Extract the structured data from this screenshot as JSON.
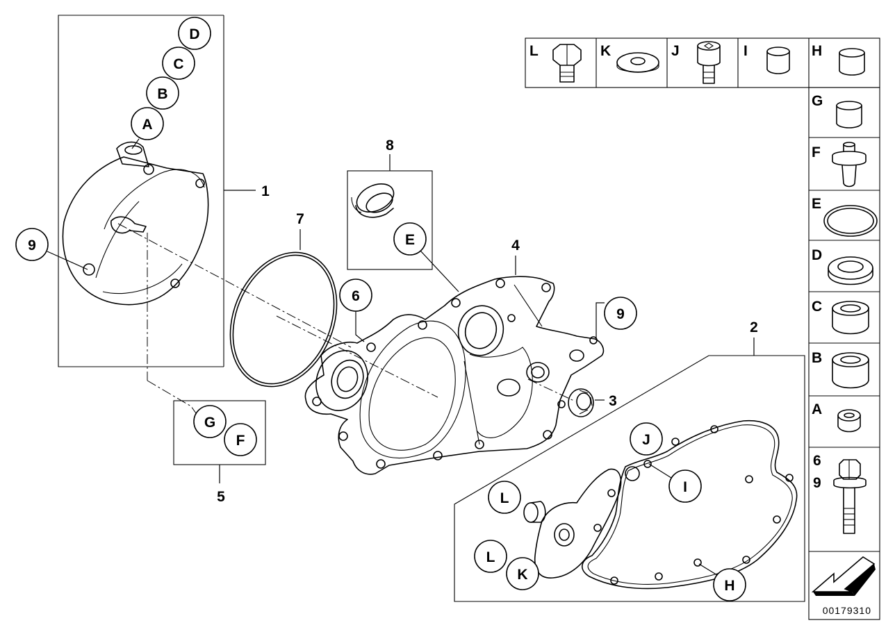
{
  "callout_numbers": {
    "n1": "1",
    "n2": "2",
    "n3": "3",
    "n4": "4",
    "n5": "5",
    "n6": "6",
    "n7": "7",
    "n8": "8",
    "n9_left": "9",
    "n9_right": "9"
  },
  "bubble_letters": {
    "A": "A",
    "B": "B",
    "C": "C",
    "D": "D",
    "E": "E",
    "F": "F",
    "G": "G",
    "H": "H",
    "I": "I",
    "J": "J",
    "K": "K",
    "L_top": "L",
    "L_bottom": "L"
  },
  "legend": {
    "top_row": [
      "L",
      "K",
      "J",
      "I",
      "H"
    ],
    "right_column": [
      "G",
      "F",
      "E",
      "D",
      "C",
      "B",
      "A"
    ],
    "bolt_labels": [
      "6",
      "9"
    ]
  },
  "catalog_number": "00179310"
}
